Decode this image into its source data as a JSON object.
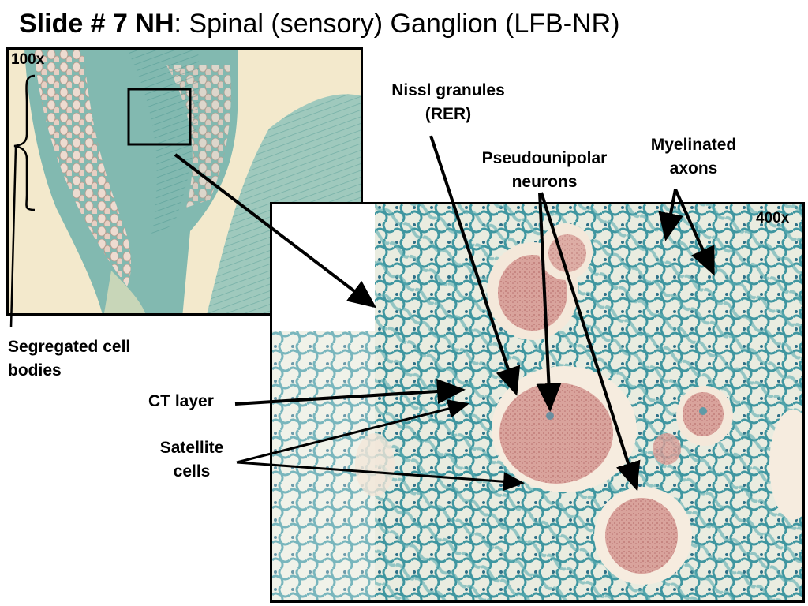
{
  "slide": {
    "title_bold": "Slide # 7 NH",
    "title_rest": ": Spinal (sensory) Ganglion (LFB-NR)"
  },
  "images": {
    "low_mag_label": "100x",
    "high_mag_label": "400x",
    "low_mag_description_colors": {
      "background": "#f2e6c8",
      "tissue": "#7fb5ae",
      "cells": "#efd6cc"
    },
    "high_mag_description_colors": {
      "fibers": "#4f9fa8",
      "neuron": "#d99b98",
      "halo": "#f3e6d8"
    }
  },
  "labels": {
    "nissl": [
      "Nissl granules",
      "(RER)"
    ],
    "pseudounipolar": [
      "Pseudounipolar",
      "neurons"
    ],
    "myelinated": [
      "Myelinated",
      "axons"
    ],
    "segregated": [
      "Segregated cell",
      "bodies"
    ],
    "ct_layer": "CT layer",
    "satellite": [
      "Satellite",
      "cells"
    ]
  }
}
